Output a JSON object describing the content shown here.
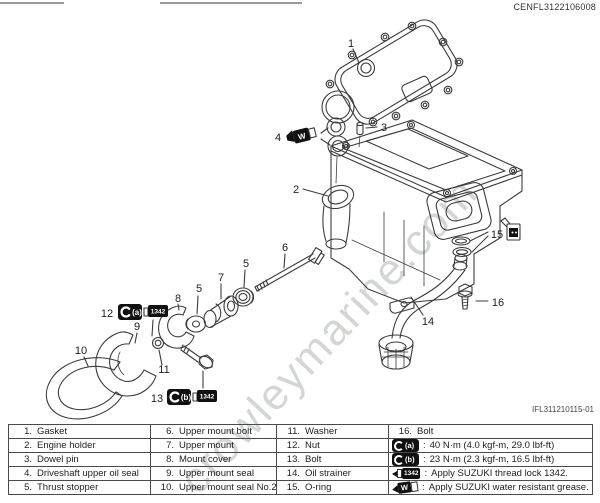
{
  "page": {
    "header_code": "CENFL3122106008",
    "figure_code": "IFL311210115-01",
    "watermark": "crowleymarine.com"
  },
  "callouts": {
    "n1": "1",
    "n2": "2",
    "n3": "3",
    "n4": "4",
    "n5a": "5",
    "n5b": "5",
    "n6": "6",
    "n7": "7",
    "n8": "8",
    "n9": "9",
    "n10": "10",
    "n11": "11",
    "n12": "12",
    "n13": "13",
    "n14": "14",
    "n15": "15",
    "n16": "16"
  },
  "icons": {
    "torque_a_label": "(a)",
    "torque_b_label": "(b)",
    "thread_lock_label": "1342",
    "grease_label": "W"
  },
  "parts": {
    "col1": [
      {
        "num": "1.",
        "name": "Gasket"
      },
      {
        "num": "2.",
        "name": "Engine holder"
      },
      {
        "num": "3.",
        "name": "Dowel pin"
      },
      {
        "num": "4.",
        "name": "Driveshaft upper oil seal"
      },
      {
        "num": "5.",
        "name": "Thrust stopper"
      }
    ],
    "col2": [
      {
        "num": "6.",
        "name": "Upper mount bolt"
      },
      {
        "num": "7.",
        "name": "Upper mount"
      },
      {
        "num": "8.",
        "name": "Mount cover"
      },
      {
        "num": "9.",
        "name": "Upper mount seal"
      },
      {
        "num": "10.",
        "name": "Upper mount seal No.2"
      }
    ],
    "col3": [
      {
        "num": "11.",
        "name": "Washer"
      },
      {
        "num": "12.",
        "name": "Nut"
      },
      {
        "num": "13.",
        "name": "Bolt"
      },
      {
        "num": "14.",
        "name": "Oil strainer"
      },
      {
        "num": "15.",
        "name": "O-ring"
      }
    ],
    "col4_part": {
      "num": "16.",
      "name": "Bolt"
    },
    "legend": {
      "separator": ":",
      "torque_a": "40 N·m (4.0 kgf-m, 29.0 lbf-ft)",
      "torque_b": "23 N·m (2.3 kgf-m, 16.5 lbf-ft)",
      "thread_lock": "Apply SUZUKI thread lock 1342.",
      "grease": "Apply SUZUKI water resistant grease."
    }
  }
}
